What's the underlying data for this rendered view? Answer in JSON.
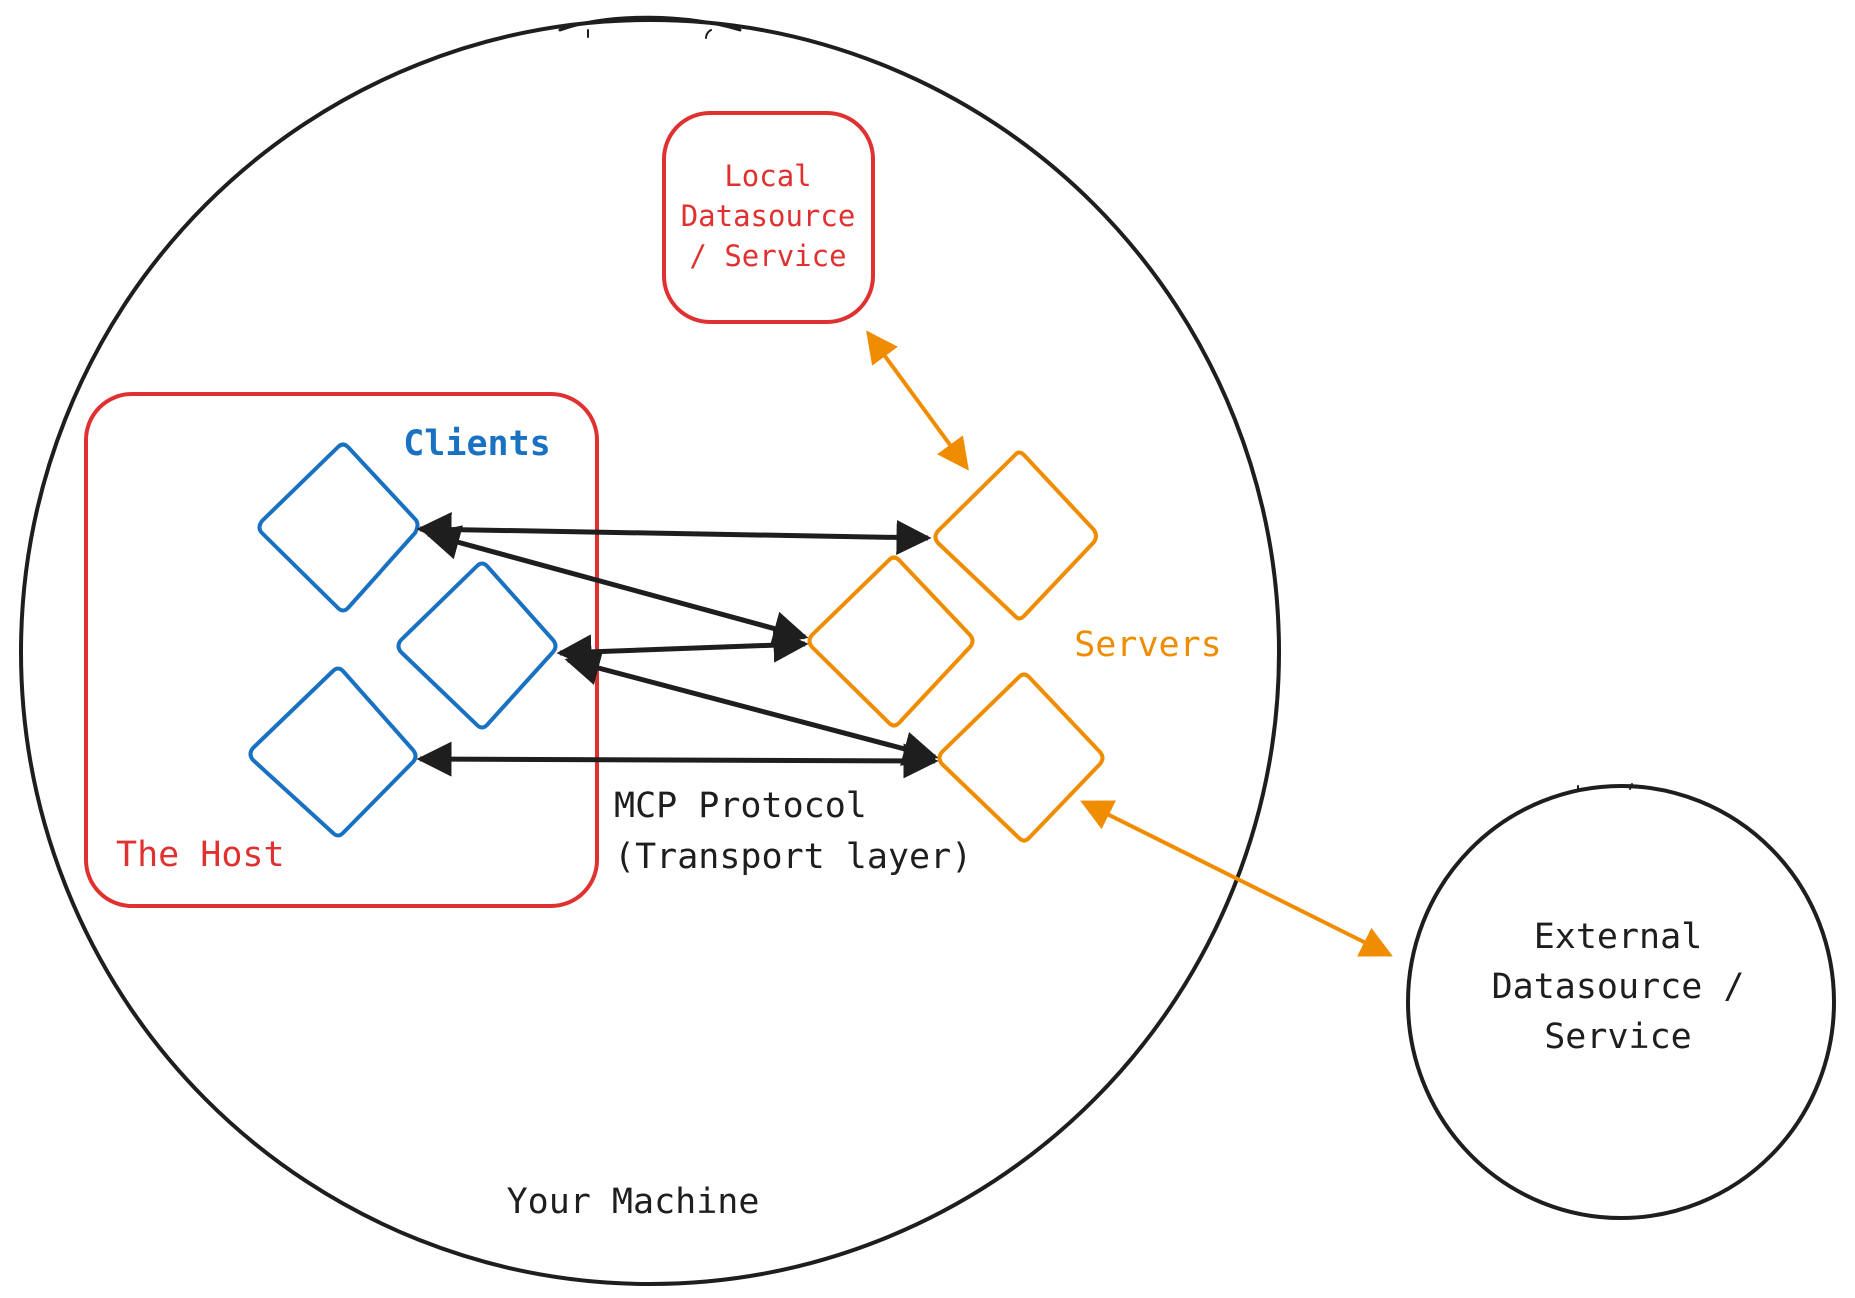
{
  "colors": {
    "ink": "#1e1e1e",
    "red": "#e03131",
    "blue": "#1971c2",
    "orange": "#f08c00"
  },
  "machine": {
    "label": "Your Machine"
  },
  "host": {
    "label": "The Host"
  },
  "clients": {
    "label": "Clients",
    "count": 3
  },
  "servers": {
    "label": "Servers",
    "count": 3
  },
  "local_service": {
    "lines": [
      "Local",
      "Datasource",
      "/ Service"
    ]
  },
  "external_service": {
    "lines": [
      "External",
      "Datasource /",
      "Service"
    ]
  },
  "protocol": {
    "lines": [
      "MCP Protocol",
      "(Transport layer)"
    ]
  },
  "connections": [
    {
      "from": "client-1",
      "to": "server-1",
      "style": "bidirectional"
    },
    {
      "from": "client-1",
      "to": "server-2",
      "style": "bidirectional"
    },
    {
      "from": "client-2",
      "to": "server-2",
      "style": "bidirectional"
    },
    {
      "from": "client-2",
      "to": "server-3",
      "style": "bidirectional"
    },
    {
      "from": "client-3",
      "to": "server-3",
      "style": "bidirectional"
    },
    {
      "from": "server-1",
      "to": "local-service",
      "style": "bidirectional"
    },
    {
      "from": "server-3",
      "to": "external-service",
      "style": "bidirectional"
    }
  ]
}
